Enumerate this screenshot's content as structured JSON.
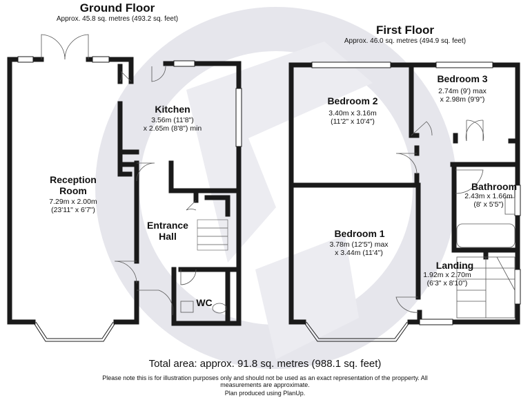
{
  "ground_floor": {
    "title": "Ground Floor",
    "area": "Approx. 45.8 sq. metres (493.2 sq. feet)",
    "rooms": [
      {
        "name": "Reception\nRoom",
        "dims": "7.29m x 2.00m\n(23'11\" x 6'7\")"
      },
      {
        "name": "Kitchen",
        "dims": "3.56m (11'8\")\nx 2.65m (8'8\") min"
      },
      {
        "name": "Entrance\nHall",
        "dims": ""
      },
      {
        "name": "WC",
        "dims": ""
      }
    ]
  },
  "first_floor": {
    "title": "First Floor",
    "area": "Approx. 46.0 sq. metres (494.9 sq. feet)",
    "rooms": [
      {
        "name": "Bedroom 2",
        "dims": "3.40m x 3.16m\n(11'2\" x 10'4\")"
      },
      {
        "name": "Bedroom 3",
        "dims": "2.74m (9') max\nx 2.98m (9'9\")"
      },
      {
        "name": "Bathroom",
        "dims": "2.43m x 1.66m\n(8' x 5'5\")"
      },
      {
        "name": "Bedroom 1",
        "dims": "3.78m (12'5\") max\nx 3.44m (11'4\")"
      },
      {
        "name": "Landing",
        "dims": "1.92m x 2.70m\n(6'3\" x 8'10\")"
      }
    ]
  },
  "footer": {
    "total": "Total area: approx. 91.8 sq. metres (988.1 sq. feet)",
    "disclaimer": "Please note this is for illustration purposes only and should not be used as an exact representation of the propperty. All measurements are approximate.",
    "credit": "Plan produced using PlanUp."
  },
  "colors": {
    "wall": "#1a1a1a",
    "watermark": "#e9e9ee",
    "window": "#ffffff"
  }
}
